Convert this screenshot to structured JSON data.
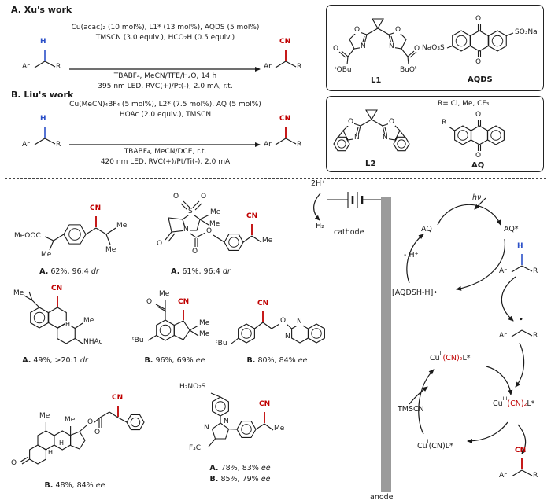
{
  "colors": {
    "cn_red": "#c00000",
    "h_blue": "#2b50c8",
    "electrode_gray": "#9b9b9b"
  },
  "sectionA": {
    "title": "A. Xu's work",
    "cond1": "Cu(acac)₂ (10 mol%), L1* (13 mol%), AQDS (5 mol%)",
    "cond2": "TMSCN (3.0 equiv.), HCO₂H (0.5 equiv.)",
    "cond3": "TBABF₄, MeCN/TFE/H₂O, 14 h",
    "cond4": "395 nm LED, RVC(+)/Pt(-), 2.0 mA, r.t."
  },
  "sectionB": {
    "title": "B. Liu's work",
    "cond1": "Cu(MeCN)₄BF₄ (5 mol%), L2* (7.5 mol%), AQ (5 mol%)",
    "cond2": "HOAc (2.0 equiv.), TMSCN",
    "cond3": "TBABF₄, MeCN/DCE, r.t.",
    "cond4": "420 nm LED, RVC(+)/Pt/Ti(-), 2.0 mA"
  },
  "frag": {
    "ar": "Ar",
    "r": "R",
    "h": "H",
    "cn": "CN",
    "dot": "•"
  },
  "box1": {
    "l1": "L1",
    "aqds": "AQDS",
    "esterL": "ᵗOBu",
    "esterR": "BuOᵗ",
    "so3L": "NaO₃S",
    "so3R": "SO₃Na"
  },
  "box2": {
    "rnote": "R= Cl, Me, CF₃",
    "l2": "L2",
    "aq": "AQ"
  },
  "atom": {
    "o": "O",
    "n": "N",
    "s": "S",
    "h": "H"
  },
  "lbl": {
    "meooc": "MeOOC",
    "me": "Me",
    "tbu": "ᵗBu",
    "nhac": "NHAc",
    "f3c": "F₃C",
    "sulfa": "H₂NO₂S"
  },
  "products": [
    {
      "tag": "A.",
      "res": "62%, 96:4",
      "unit": "dr"
    },
    {
      "tag": "A.",
      "res": "61%, 96:4",
      "unit": "dr"
    },
    {
      "tag": "A.",
      "res": "49%, >20:1",
      "unit": "dr"
    },
    {
      "tag": "B.",
      "res": "96%, 69%",
      "unit": "ee"
    },
    {
      "tag": "B.",
      "res": "80%, 84%",
      "unit": "ee"
    },
    {
      "tag": "B.",
      "res": "48%, 84%",
      "unit": "ee"
    },
    {
      "tag": "A.",
      "res": "78%, 83%",
      "unit": "ee"
    },
    {
      "tag": "B.",
      "res": "85%, 79%",
      "unit": "ee"
    }
  ],
  "mech": {
    "twoH": "2H⁺",
    "h2": "H₂",
    "cathode": "cathode",
    "anode": "anode",
    "aq": "AQ",
    "hv": "hν",
    "aqstar": "AQ*",
    "minusH": "- H⁺",
    "aqdsh": "[AQDSH-H]•",
    "tmscn": "TMSCN",
    "cu2": {
      "pre": "Cu",
      "sup": "II",
      "cn": "(CN)₂",
      "post": "L*"
    },
    "cu3": {
      "pre": "Cu",
      "sup": "III",
      "cn": "(CN)₂",
      "post": "L*"
    },
    "cu1": {
      "pre": "Cu",
      "sup": "I",
      "cn": "(CN)",
      "post": "L*"
    }
  }
}
